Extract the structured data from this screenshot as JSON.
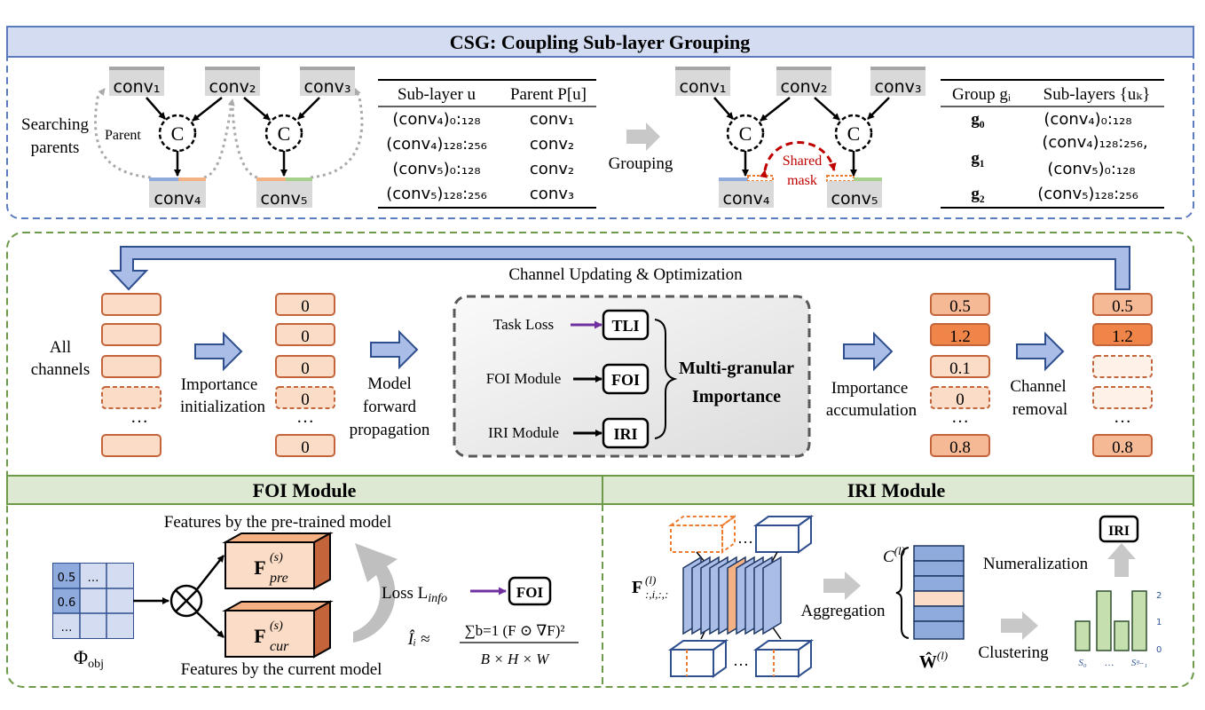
{
  "csg": {
    "title": "CSG:  Coupling Sub-layer Grouping",
    "left": {
      "conv1": "conv₁",
      "conv2": "conv₂",
      "conv3": "conv₃",
      "conv4": "conv₄",
      "conv5": "conv₅",
      "concat": "C",
      "parent_label": "Parent",
      "searching": "Searching",
      "parents": "parents"
    },
    "parent_table": {
      "col1": "Sub-layer u",
      "col2": "Parent P[u]",
      "rows": [
        {
          "sub": "(conv₄)₀:₁₂₈",
          "parent": "conv₁"
        },
        {
          "sub": "(conv₄)₁₂₈:₂₅₆",
          "parent": "conv₂"
        },
        {
          "sub": "(conv₅)₀:₁₂₈",
          "parent": "conv₂"
        },
        {
          "sub": "(conv₅)₁₂₈:₂₅₆",
          "parent": "conv₃"
        }
      ]
    },
    "grouping_label": "Grouping",
    "right": {
      "shared": "Shared",
      "mask": "mask"
    },
    "group_table": {
      "col1": "Group gᵢ",
      "col2": "Sub-layers {uₖ}",
      "rows": [
        {
          "g": "g₀",
          "s1": "(conv₄)₀:₁₂₈",
          "s2": ""
        },
        {
          "g": "g₁",
          "s1": "(conv₄)₁₂₈:₂₅₆,",
          "s2": "(conv₅)₀:₁₂₈"
        },
        {
          "g": "g₂",
          "s1": "(conv₅)₁₂₈:₂₅₆",
          "s2": ""
        }
      ]
    }
  },
  "middle": {
    "loop_label": "Channel Updating & Optimization",
    "all_channels_1": "All",
    "all_channels_2": "channels",
    "imp_init_1": "Importance",
    "imp_init_2": "initialization",
    "forward_1": "Model",
    "forward_2": "forward",
    "forward_3": "propagation",
    "zeros": [
      "0",
      "0",
      "0",
      "0",
      "0"
    ],
    "ellipsis": "…",
    "task_loss": "Task Loss",
    "foi_module": "FOI Module",
    "iri_module": "IRI Module",
    "tli": "TLI",
    "foi": "FOI",
    "iri": "IRI",
    "multi_1": "Multi-granular",
    "multi_2": "Importance",
    "acc_1": "Importance",
    "acc_2": "accumulation",
    "acc_values": [
      "0.5",
      "1.2",
      "0.1",
      "0",
      "0.8"
    ],
    "removal_1": "Channel",
    "removal_2": "removal",
    "final_values": [
      "0.5",
      "1.2",
      "0.8"
    ]
  },
  "foi": {
    "title": "FOI Module",
    "pretrained": "Features by the pre-trained model",
    "current": "Features by the current model",
    "f_pre": "F",
    "f_pre_sup": "(s)",
    "f_pre_sub": "pre",
    "f_cur": "F",
    "f_cur_sup": "(s)",
    "f_cur_sub": "cur",
    "grid_vals": [
      "0.5",
      "…",
      "0.6",
      "…"
    ],
    "phi": "Φ",
    "phi_sub": "obj",
    "loss_label": "Loss L",
    "loss_sub": "info",
    "foi_box": "FOI",
    "formula_lhs": "Îᵢ ≈",
    "formula_num": "∑b=1 (F ⊙ ∇F)²",
    "formula_den": "B × H × W"
  },
  "iri": {
    "title": "IRI Module",
    "feature": "F",
    "feature_sup": "(l)",
    "feature_sub": ":,i,:,:",
    "aggregation": "Aggregation",
    "c_label": "C",
    "c_sup": "(l)",
    "w_label": "Ŵ",
    "w_sup": "(l)",
    "numeralization": "Numeralization",
    "clustering": "Clustering",
    "iri_box": "IRI",
    "bar_ticks": [
      "2",
      "1",
      "0"
    ],
    "bar_xlabels": [
      "S₀",
      "…",
      "Sᵍ₋₁"
    ]
  },
  "colors": {
    "blue_border": "#5b7bbf",
    "green_border": "#6d9a49",
    "header_blue": "#d3dcf0",
    "header_green": "#dde9d3",
    "arrow_blue": "#a9bde6",
    "channel_fill": "#fbdcc6",
    "channel_stroke": "#c4643a",
    "highlight": "#f0854a",
    "iri_blue": "#a9bde6",
    "bar_green": "#c5dfae",
    "purple": "#7030a0",
    "red": "#c00000"
  }
}
